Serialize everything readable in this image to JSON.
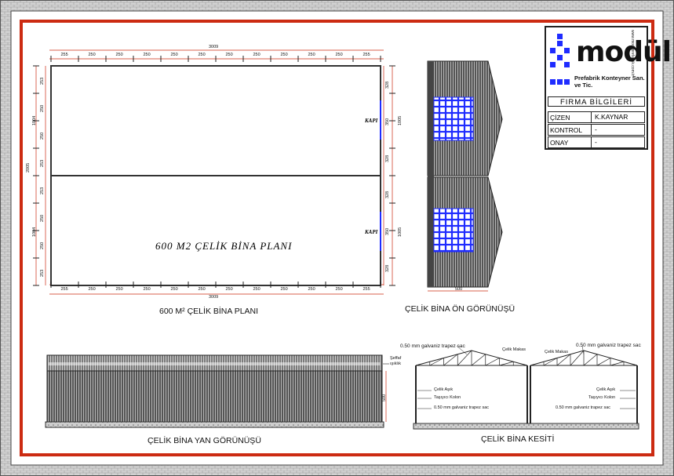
{
  "colors": {
    "outer_border": "#555555",
    "brick": "#c9c9c9",
    "red_frame": "#cc2b12",
    "blue": "#1f2cff",
    "steel": "#6a6a6a"
  },
  "title_block": {
    "logo_text": "modül",
    "logo_subtitle": "Prefabrik Konteyner San. ve Tic.",
    "logo_url": "www.moduprefabrik.com.tr",
    "firma_label": "FIRMA BİLGİLERİ",
    "rows": [
      {
        "label": "ÇİZEN",
        "value": "K.KAYNAR"
      },
      {
        "label": "KONTROL",
        "value": "-"
      },
      {
        "label": "ONAY",
        "value": "-"
      }
    ]
  },
  "plan": {
    "caption": "600 M² ÇELİK BİNA PLANI",
    "inner_title": "600 M2 ÇELİK BİNA PLANI",
    "total_width": "3009",
    "total_depth": "2005",
    "top_spans": [
      "255",
      "250",
      "250",
      "250",
      "250",
      "250",
      "250",
      "250",
      "250",
      "250",
      "250",
      "255"
    ],
    "bottom_spans": [
      "255",
      "250",
      "250",
      "250",
      "250",
      "250",
      "250",
      "250",
      "250",
      "250",
      "250",
      "255"
    ],
    "left_half": "1004",
    "left_spans_top": [
      "253",
      "250",
      "250",
      "253"
    ],
    "left_spans_bottom": [
      "253",
      "250",
      "250",
      "253"
    ],
    "right_spans_top": [
      "328",
      "350",
      "328"
    ],
    "right_spans_bottom": [
      "328",
      "350",
      "328"
    ],
    "right_half": "1005",
    "door_label": "KAPI"
  },
  "front_view": {
    "caption": "ÇELİK BİNA ÖN GÖRÜNÜŞÜ",
    "width_dim": "500"
  },
  "side_view": {
    "caption": "ÇELİK BİNA YAN GÖRÜNÜŞÜ",
    "skylight_label_1": "Şeffaf",
    "skylight_label_2": "ışıklık",
    "height_dim": "500"
  },
  "section": {
    "caption": "ÇELİK BİNA KESİTİ",
    "roof_label_left": "0.50 mm galvaniz trapez sac",
    "roof_label_right": "0.50 mm galvaniz trapez sac",
    "truss_left": "Çelik Makas",
    "truss_right": "Çelik Makas",
    "purlin_left": "Çelik Aşık",
    "purlin_right": "Çelik Aşık",
    "column_left": "Taşıyıcı Kolon",
    "column_right": "Taşıyıcı Kolon",
    "wall_left": "0.50 mm galvaniz trapez sac",
    "wall_right": "0.50 mm galvaniz trapez sac"
  }
}
